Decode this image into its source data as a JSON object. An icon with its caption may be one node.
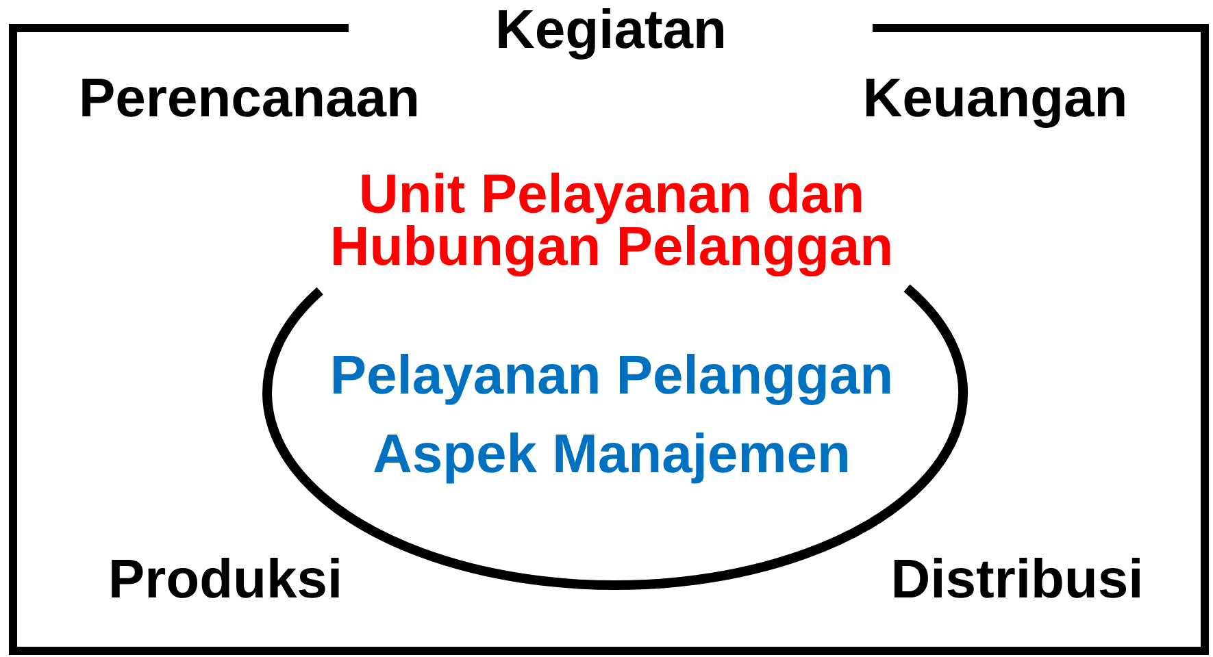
{
  "diagram": {
    "nodes": [
      {
        "text": [
          "Kegiatan"
        ]
      },
      {
        "text": [
          "Unit Pelayanan dan Hubungan Pelanggan",
          "Pelayanan Pelanggan",
          "Aspek Manajemen"
        ],
        "in": 0
      }
    ],
    "labels": [
      "Perencanaan",
      "Keuangan",
      "Produksi",
      "Distribusi"
    ]
  }
}
